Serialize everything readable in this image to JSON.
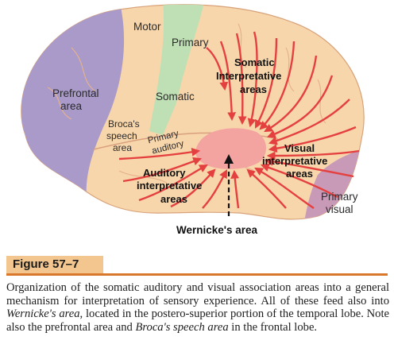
{
  "figure": {
    "labels": {
      "motor": "Motor",
      "primary_motor": "Primary",
      "prefrontal_1": "Prefrontal",
      "prefrontal_2": "area",
      "somatic": "Somatic",
      "somatic_interp_1": "Somatic",
      "somatic_interp_2": "Interpretative",
      "somatic_interp_3": "areas",
      "broca_1": "Broca's",
      "broca_2": "speech",
      "broca_3": "area",
      "primary_auditory_1": "Primary",
      "primary_auditory_2": "auditory",
      "auditory_interp_1": "Auditory",
      "auditory_interp_2": "interpretative",
      "auditory_interp_3": "areas",
      "visual_interp_1": "Visual",
      "visual_interp_2": "interpretative",
      "visual_interp_3": "areas",
      "primary_visual_1": "Primary",
      "primary_visual_2": "visual",
      "wernicke": "Wernicke's area"
    },
    "colors": {
      "cortex": "#f8d6ac",
      "prefrontal": "#a99ac9",
      "motor_strip": "#bfe0b4",
      "visual_region": "#c89ab8",
      "wernicke": "#f3a4a0",
      "arrow": "#e54040"
    }
  },
  "figure_tag": "Figure 57–7",
  "caption": {
    "part1": "Organization of the somatic auditory and visual association areas into a general mechanism for interpretation of sensory experience. All of these feed also into ",
    "wernicke_em": "Wernicke's area",
    "part2": ", located in the postero-superior portion of the temporal lobe. Note also the prefrontal area and ",
    "broca_em": "Broca's speech area",
    "part3": " in the frontal lobe."
  }
}
